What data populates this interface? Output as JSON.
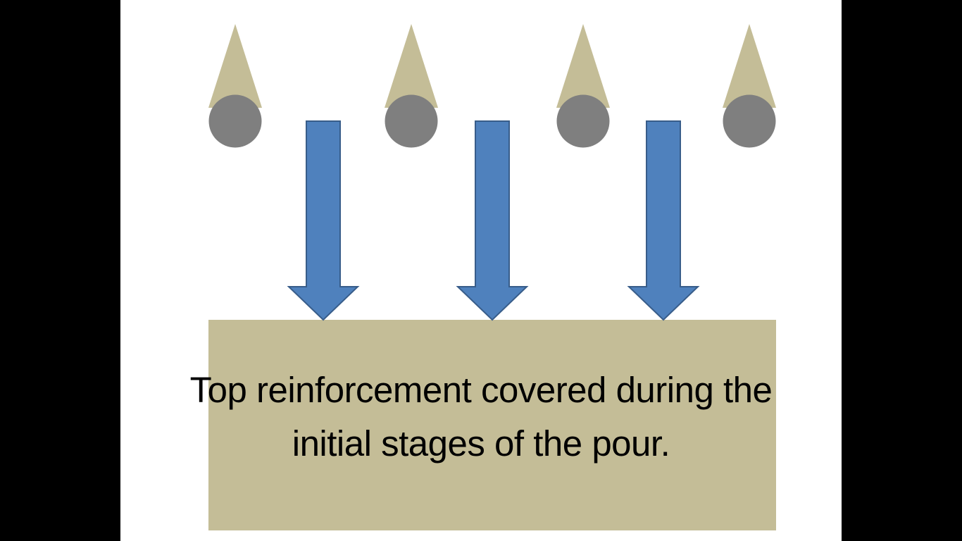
{
  "slide": {
    "caption": {
      "line1": "Top reinforcement covered during the",
      "line2": "initial stages of the pour."
    }
  },
  "diagram": {
    "rebar_count": 4,
    "arrow_count": 3,
    "arrow_direction": "down",
    "colors": {
      "background": "#ffffff",
      "letterbox": "#000000",
      "concrete": "#c4bd97",
      "rebar_cone": "#c4bd97",
      "rebar": "#7f7f7f",
      "arrow_fill": "#4f81bd",
      "arrow_stroke": "#385d8a",
      "text": "#000000"
    }
  }
}
